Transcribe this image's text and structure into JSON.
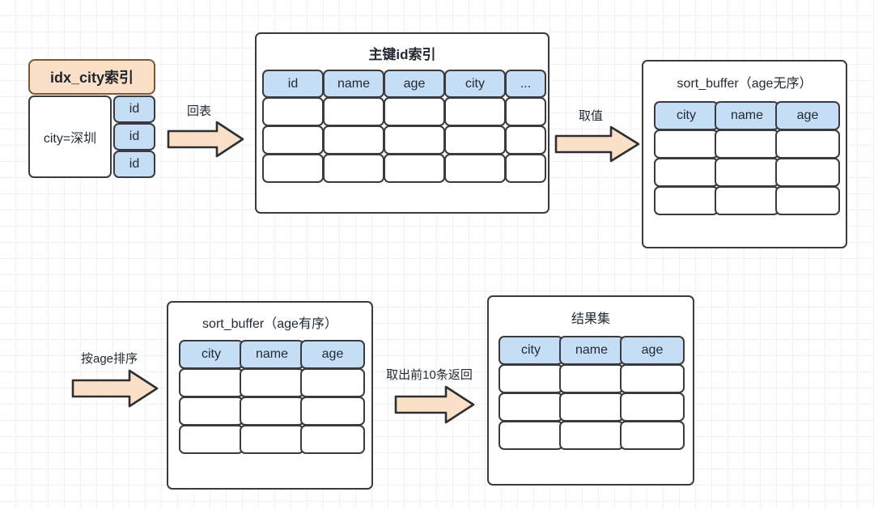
{
  "diagram": {
    "title_implicit": "MySQL order by full-field sort flow",
    "colors": {
      "header_fill": "#c5ddf5",
      "accent_fill": "#fbe0c8",
      "accent_border": "#7b5733",
      "stroke": "#3b3b3f",
      "background": "#ffffff",
      "grid_minor": "#f1f1f3",
      "grid_major": "#e8e8ec"
    }
  },
  "idx_city": {
    "title": "idx_city索引",
    "condition": "city=深圳",
    "id_cells": [
      "id",
      "id",
      "id"
    ]
  },
  "primary_index": {
    "title": "主键id索引",
    "columns": [
      "id",
      "name",
      "age",
      "city",
      "..."
    ],
    "rows": [
      [
        "",
        "",
        "",
        "",
        ""
      ],
      [
        "",
        "",
        "",
        "",
        ""
      ],
      [
        "",
        "",
        "",
        "",
        ""
      ]
    ]
  },
  "sort_buffer_unsorted": {
    "title": "sort_buffer（age无序）",
    "columns": [
      "city",
      "name",
      "age"
    ],
    "rows": [
      [
        "",
        "",
        ""
      ],
      [
        "",
        "",
        ""
      ],
      [
        "",
        "",
        ""
      ]
    ]
  },
  "sort_buffer_sorted": {
    "title": "sort_buffer（age有序）",
    "columns": [
      "city",
      "name",
      "age"
    ],
    "rows": [
      [
        "",
        "",
        ""
      ],
      [
        "",
        "",
        ""
      ],
      [
        "",
        "",
        ""
      ]
    ]
  },
  "result_set": {
    "title": "结果集",
    "columns": [
      "city",
      "name",
      "age"
    ],
    "rows": [
      [
        "",
        "",
        ""
      ],
      [
        "",
        "",
        ""
      ],
      [
        "",
        "",
        ""
      ]
    ]
  },
  "arrows": [
    {
      "label": "回表"
    },
    {
      "label": "取值"
    },
    {
      "label": "按age排序"
    },
    {
      "label": "取出前10条返回"
    }
  ]
}
